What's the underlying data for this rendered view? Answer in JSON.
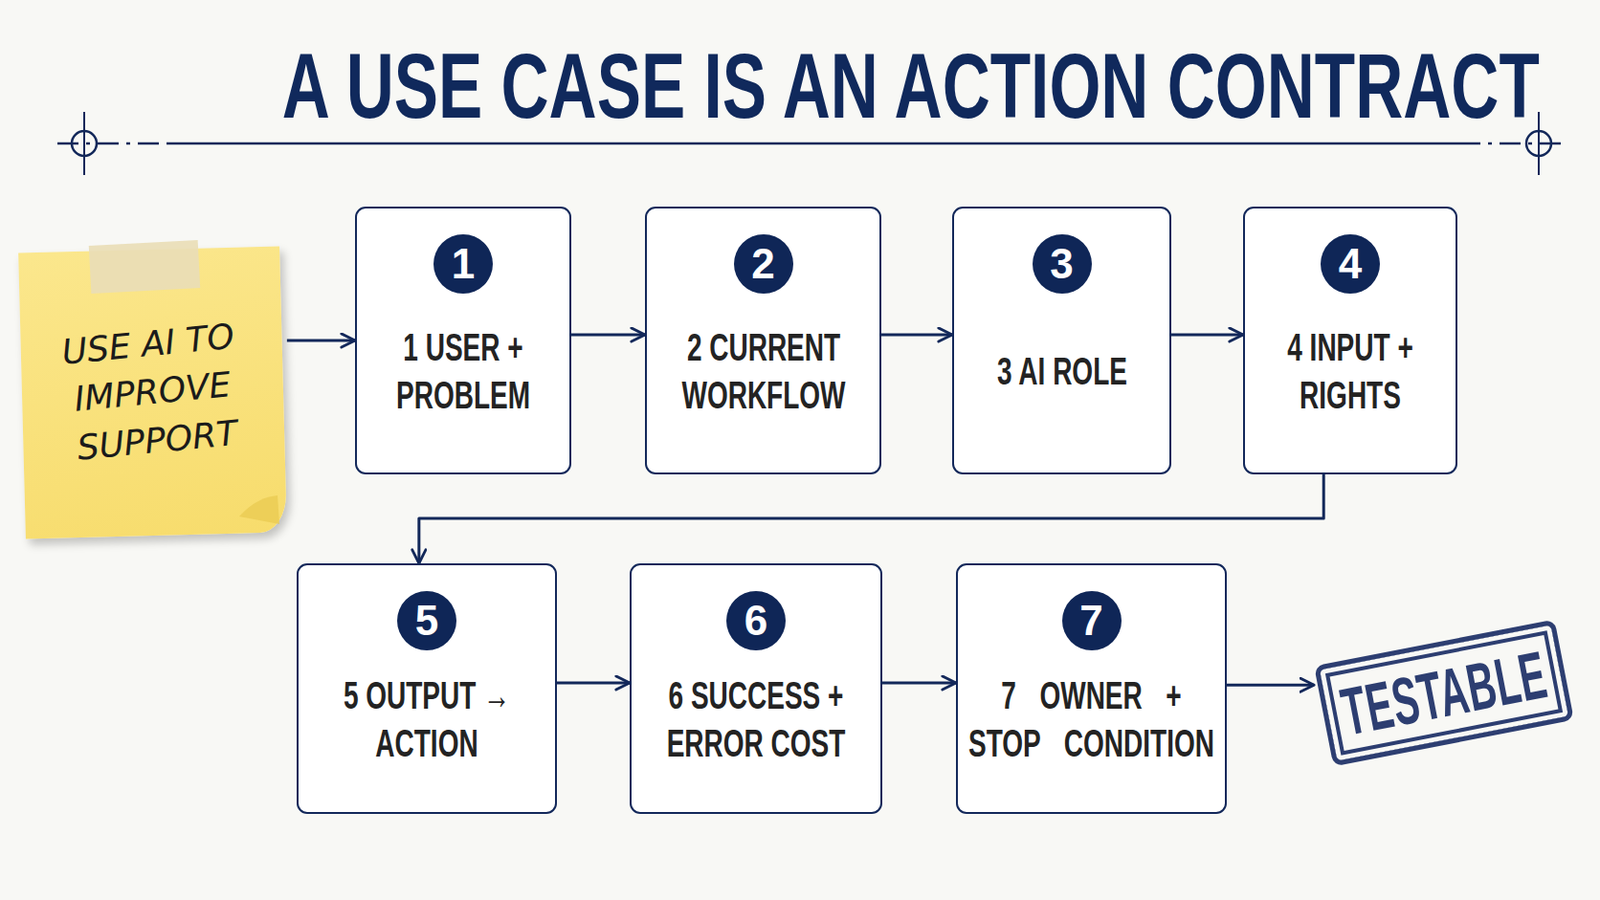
{
  "diagram": {
    "title": "A USE CASE IS AN ACTION CONTRACT",
    "nodes": [
      {
        "text": [
          "USE AI TO IMPROVE SUPPORT"
        ]
      },
      {
        "text": [
          "1",
          "1 USER + PROBLEM"
        ]
      },
      {
        "text": [
          "2",
          "2 CURRENT WORKFLOW"
        ]
      },
      {
        "text": [
          "3",
          "3 AI ROLE"
        ]
      },
      {
        "text": [
          "4",
          "4 INPUT + RIGHTS"
        ]
      },
      {
        "text": [
          "5",
          "5 OUTPUT → ACTION"
        ]
      },
      {
        "text": [
          "6",
          "6 SUCCESS + ERROR COST"
        ]
      },
      {
        "text": [
          "7",
          "7 OWNER + STOP CONDITION"
        ]
      },
      {
        "text": [
          "TESTABLE"
        ]
      }
    ],
    "edges": [
      {
        "from": 0,
        "to": 1,
        "arrow": "to"
      },
      {
        "from": 1,
        "to": 2,
        "arrow": "to"
      },
      {
        "from": 2,
        "to": 3,
        "arrow": "to"
      },
      {
        "from": 3,
        "to": 4,
        "arrow": "to"
      },
      {
        "from": 4,
        "to": 5,
        "arrow": "to"
      },
      {
        "from": 5,
        "to": 6,
        "arrow": "to"
      },
      {
        "from": 6,
        "to": 7,
        "arrow": "to"
      },
      {
        "from": 7,
        "to": 8,
        "arrow": "to"
      }
    ]
  }
}
